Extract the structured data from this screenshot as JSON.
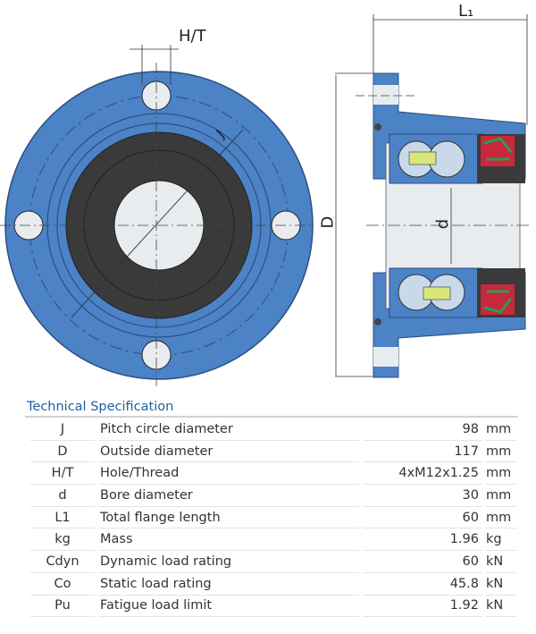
{
  "drawing": {
    "labels": {
      "hole_thread": "H/T",
      "pitch": "J",
      "outside": "D",
      "length": "L₁",
      "bore": "d"
    },
    "colors": {
      "housing": "#4c82c6",
      "seal": "#3a3a3a",
      "bore": "#e9ecee",
      "cage": "#d9e67a",
      "seal_red": "#c8283c",
      "seal_green": "#2e9a55"
    }
  },
  "spec": {
    "title": "Technical Specification",
    "rows": [
      {
        "symbol": "J",
        "description": "Pitch circle diameter",
        "value": "98",
        "unit": "mm"
      },
      {
        "symbol": "D",
        "description": "Outside diameter",
        "value": "117",
        "unit": "mm"
      },
      {
        "symbol": "H/T",
        "description": "Hole/Thread",
        "value": "4xM12x1.25",
        "unit": "mm"
      },
      {
        "symbol": "d",
        "description": "Bore diameter",
        "value": "30",
        "unit": "mm"
      },
      {
        "symbol": "L1",
        "description": "Total flange length",
        "value": "60",
        "unit": "mm"
      },
      {
        "symbol": "kg",
        "description": "Mass",
        "value": "1.96",
        "unit": "kg"
      },
      {
        "symbol": "Cdyn",
        "description": "Dynamic load rating",
        "value": "60",
        "unit": "kN"
      },
      {
        "symbol": "Co",
        "description": "Static load rating",
        "value": "45.8",
        "unit": "kN"
      },
      {
        "symbol": "Pu",
        "description": "Fatigue load limit",
        "value": "1.92",
        "unit": "kN"
      }
    ]
  }
}
